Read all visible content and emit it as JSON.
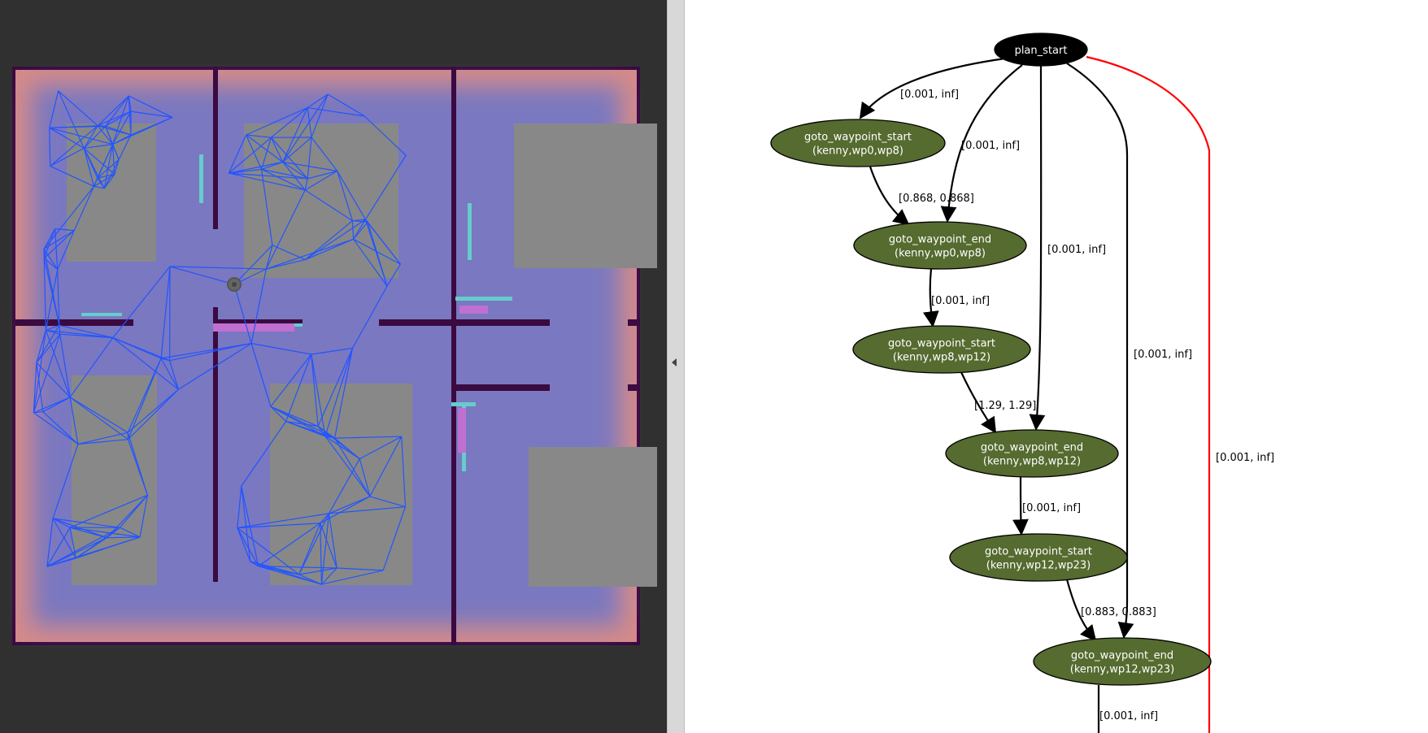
{
  "colors": {
    "map_background": "#303030",
    "wall": "#3a0a40",
    "inflation_outer": "#d48a8a",
    "inflation_inner": "#7a78c0",
    "obstacle_gray": "#888888",
    "roadmap_edge": "#2255ff",
    "cyan_noise": "#66cccc",
    "graph_node_fill": "#556b2f",
    "graph_start_fill": "#000000",
    "graph_edge": "#000000",
    "graph_edge_highlight": "#ff0000"
  },
  "map": {
    "robot_icon": "robot-marker"
  },
  "plan_graph": {
    "nodes": [
      {
        "id": "plan_start",
        "lines": [
          "plan_start"
        ],
        "style": "start"
      },
      {
        "id": "n1",
        "lines": [
          "goto_waypoint_start",
          "(kenny,wp0,wp8)"
        ]
      },
      {
        "id": "n2",
        "lines": [
          "goto_waypoint_end",
          "(kenny,wp0,wp8)"
        ]
      },
      {
        "id": "n3",
        "lines": [
          "goto_waypoint_start",
          "(kenny,wp8,wp12)"
        ]
      },
      {
        "id": "n4",
        "lines": [
          "goto_waypoint_end",
          "(kenny,wp8,wp12)"
        ]
      },
      {
        "id": "n5",
        "lines": [
          "goto_waypoint_start",
          "(kenny,wp12,wp23)"
        ]
      },
      {
        "id": "n6",
        "lines": [
          "goto_waypoint_end",
          "(kenny,wp12,wp23)"
        ]
      }
    ],
    "edges": [
      {
        "from": "plan_start",
        "to": "n1",
        "label": "[0.001, inf]"
      },
      {
        "from": "plan_start",
        "to": "n2",
        "label": "[0.001, inf]"
      },
      {
        "from": "plan_start",
        "to": "n4",
        "label": "[0.001, inf]"
      },
      {
        "from": "plan_start",
        "to": "n6",
        "label": "[0.001, inf]"
      },
      {
        "from": "plan_start",
        "to": "offscreen",
        "label": "[0.001, inf]",
        "highlight": true
      },
      {
        "from": "n1",
        "to": "n2",
        "label": "[0.868, 0.868]"
      },
      {
        "from": "n2",
        "to": "n3",
        "label": "[0.001, inf]"
      },
      {
        "from": "n3",
        "to": "n4",
        "label": "[1.29, 1.29]"
      },
      {
        "from": "n4",
        "to": "n5",
        "label": "[0.001, inf]"
      },
      {
        "from": "n5",
        "to": "n6",
        "label": "[0.883, 0.883]"
      },
      {
        "from": "n6",
        "to": "offscreen",
        "label": "[0.001, inf]"
      }
    ]
  }
}
